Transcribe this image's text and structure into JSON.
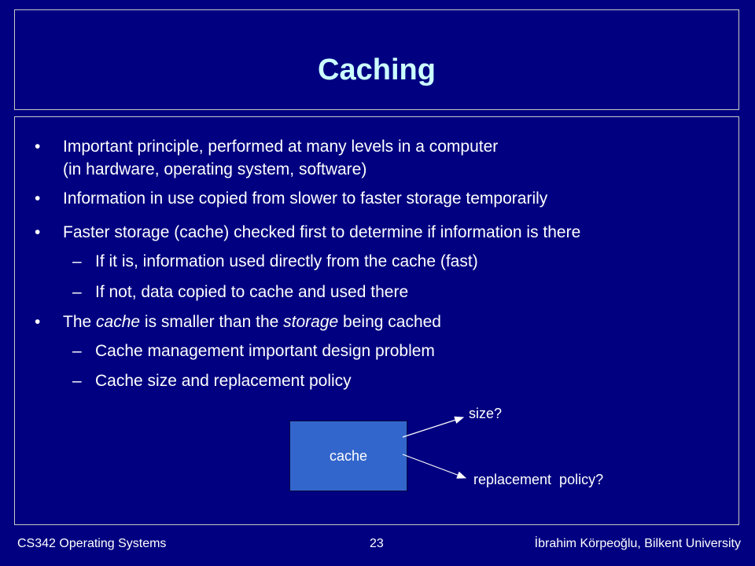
{
  "slide": {
    "title": "Caching",
    "bullets": [
      {
        "marker": "•",
        "text": "Important principle, performed at many levels in a computer"
      },
      {
        "text": "(in hardware, operating system, software)"
      },
      {
        "marker": "•",
        "text": "Information in use copied from slower to faster storage temporarily"
      },
      {
        "marker": "•",
        "text": "Faster storage (cache) checked first to determine if information is there"
      },
      {
        "marker": "–",
        "text": "If it is, information used directly from the cache (fast)"
      },
      {
        "marker": "–",
        "text": "If not, data copied to cache and used there"
      },
      {
        "marker": "•",
        "pre": "The ",
        "em1": "cache",
        "mid": " is smaller than the ",
        "em2": "storage",
        "post": " being cached"
      },
      {
        "marker": "–",
        "text": "Cache management important design problem"
      },
      {
        "marker": "–",
        "text": "Cache size and replacement policy"
      }
    ],
    "diagram": {
      "box_label": "cache",
      "arrow_labels": [
        "size?",
        "replacement  policy?"
      ]
    }
  },
  "footer": {
    "course": "CS342 Operating Systems",
    "page": "23",
    "author": "İbrahim Körpeoğlu, Bilkent University"
  },
  "colors": {
    "background": "#000080",
    "title": "#ccffff",
    "text": "#ffffff",
    "cache_box": "#3366cc",
    "border": "#c8c8c8"
  }
}
